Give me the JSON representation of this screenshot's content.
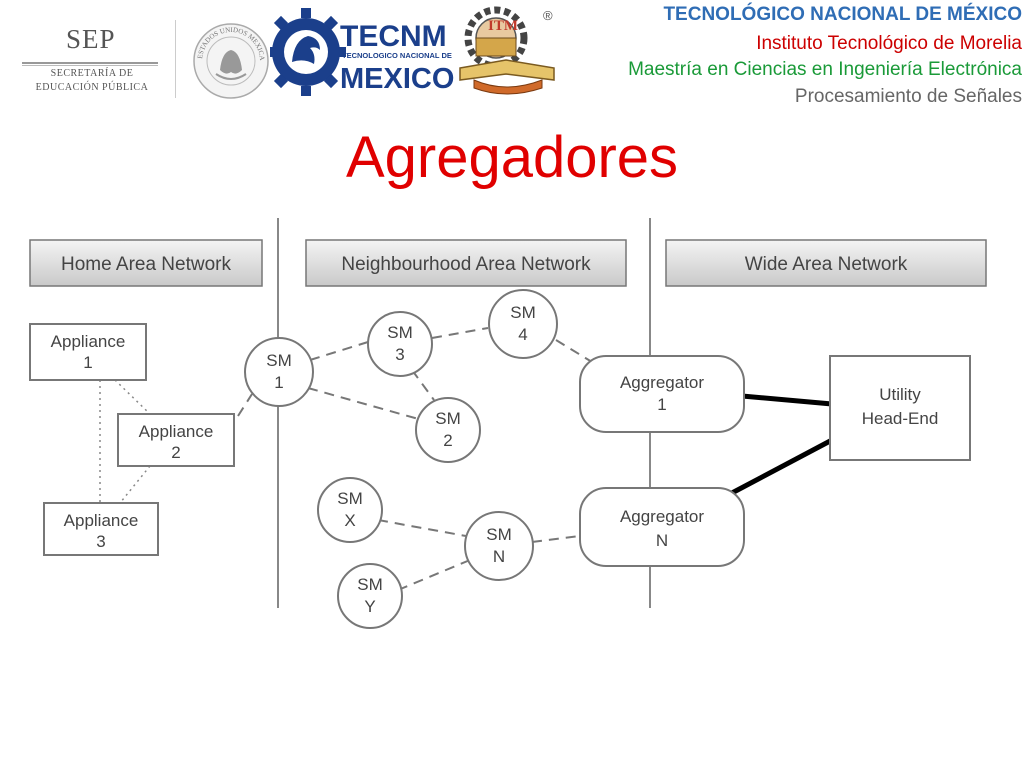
{
  "header": {
    "line1": "TECNOLÓGICO NACIONAL DE MÉXICO",
    "line2": "Instituto Tecnológico de Morelia",
    "line3": "Maestría en Ciencias en Ingeniería Electrónica",
    "line4": "Procesamiento de Señales",
    "registered_mark": "®"
  },
  "logos": {
    "sep": {
      "name": "SEP",
      "sub1": "SECRETARÍA DE",
      "sub2": "EDUCACIÓN PÚBLICA"
    },
    "seal": {
      "text": "ESTADOS UNIDOS MEXICANOS"
    },
    "tecnm": {
      "line1": "TECNM",
      "line2": "TECNOLOGICO NACIONAL DE",
      "line3": "MEXICO"
    },
    "itm": {
      "text": "ITM"
    }
  },
  "title": "Agregadores",
  "diagram": {
    "sections": {
      "han": "Home Area Network",
      "nan": "Neighbourhood Area Network",
      "wan": "Wide Area Network"
    },
    "nodes": {
      "appliance1": {
        "l1": "Appliance",
        "l2": "1"
      },
      "appliance2": {
        "l1": "Appliance",
        "l2": "2"
      },
      "appliance3": {
        "l1": "Appliance",
        "l2": "3"
      },
      "sm1": {
        "l1": "SM",
        "l2": "1"
      },
      "sm2": {
        "l1": "SM",
        "l2": "2"
      },
      "sm3": {
        "l1": "SM",
        "l2": "3"
      },
      "sm4": {
        "l1": "SM",
        "l2": "4"
      },
      "smx": {
        "l1": "SM",
        "l2": "X"
      },
      "smy": {
        "l1": "SM",
        "l2": "Y"
      },
      "smn": {
        "l1": "SM",
        "l2": "N"
      },
      "agg1": {
        "l1": "Aggregator",
        "l2": "1"
      },
      "aggn": {
        "l1": "Aggregator",
        "l2": "N"
      },
      "utility": {
        "l1": "Utility",
        "l2": "Head-End"
      }
    }
  }
}
